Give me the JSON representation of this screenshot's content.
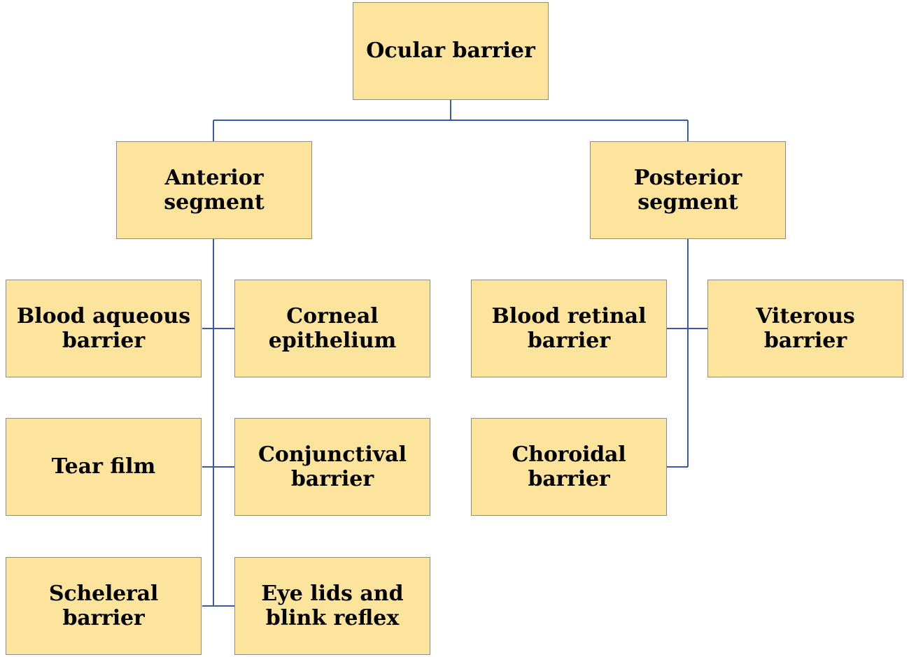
{
  "diagram": {
    "root": {
      "label": "Ocular barrier"
    },
    "anterior": {
      "label": "Anterior segment",
      "children": [
        "Blood aqueous barrier",
        "Corneal epithelium",
        "Tear film",
        "Conjunctival barrier",
        "Scheleral barrier",
        "Eye lids and blink reflex"
      ]
    },
    "posterior": {
      "label": "Posterior segment",
      "children": [
        "Blood retinal barrier",
        "Viterous barrier",
        "Choroidal barrier"
      ]
    }
  },
  "colors": {
    "node_fill": "#fde49c",
    "node_border": "#8c8c8c",
    "connector": "#3a5aa8"
  }
}
